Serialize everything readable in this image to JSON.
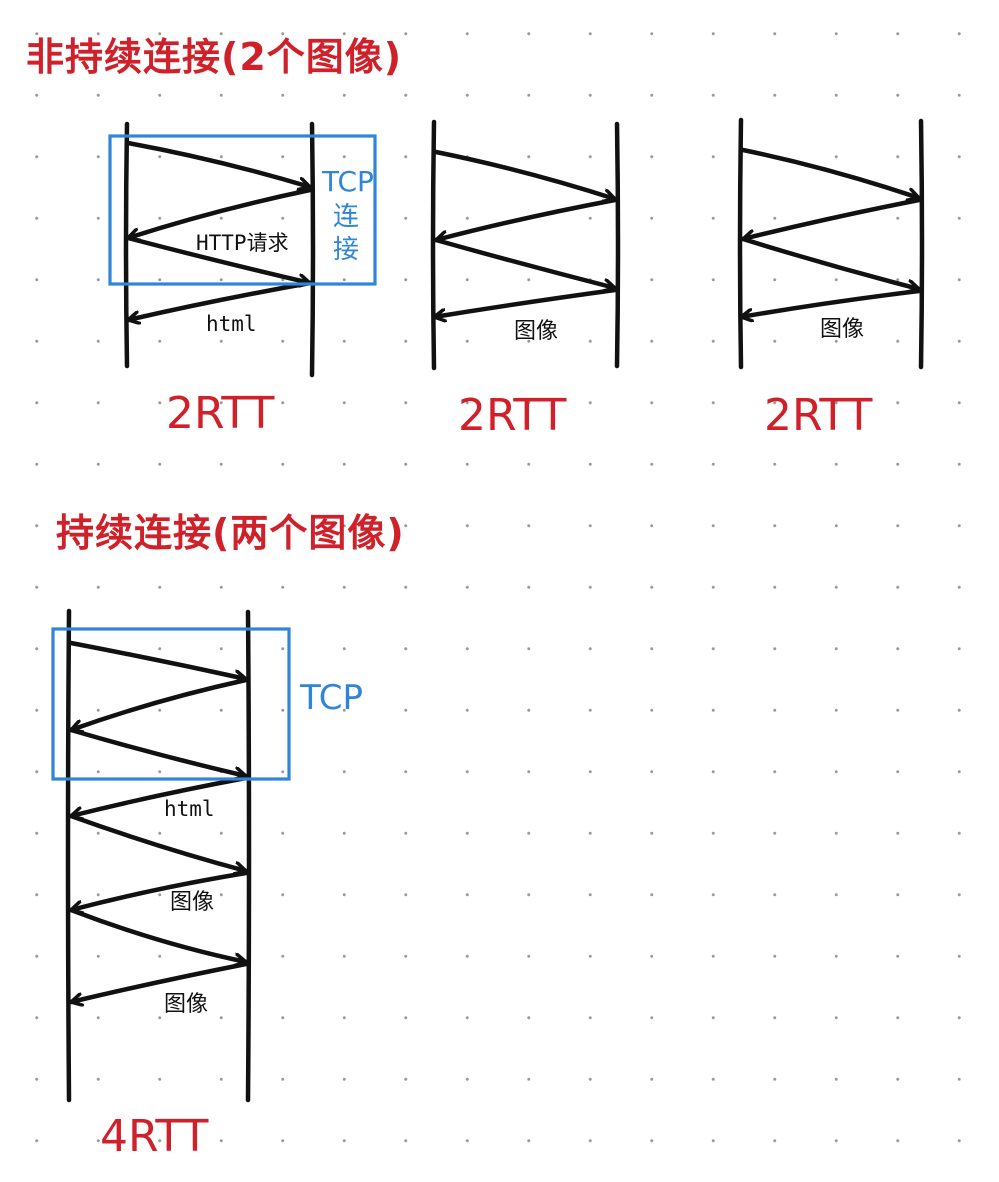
{
  "colors": {
    "red": "#d0212a",
    "blue": "#2f86d9",
    "ink": "#111111",
    "grid_dot": "#9a9a9a"
  },
  "headings": {
    "non_persistent": "非持续连接(2个图像)",
    "persistent": "持续连接(两个图像)"
  },
  "non_persistent": {
    "diagram1": {
      "tcp_label": "TCP",
      "tcp_char1": "连",
      "tcp_char2": "接",
      "request_label": "HTTP请求",
      "response_label": "html",
      "rtt": "2RTT"
    },
    "diagram2": {
      "response_label": "图像",
      "rtt": "2RTT"
    },
    "diagram3": {
      "response_label": "图像",
      "rtt": "2RTT"
    }
  },
  "persistent": {
    "tcp_label": "TCP",
    "html_label": "html",
    "image1_label": "图像",
    "image2_label": "图像",
    "rtt": "4RTT"
  }
}
